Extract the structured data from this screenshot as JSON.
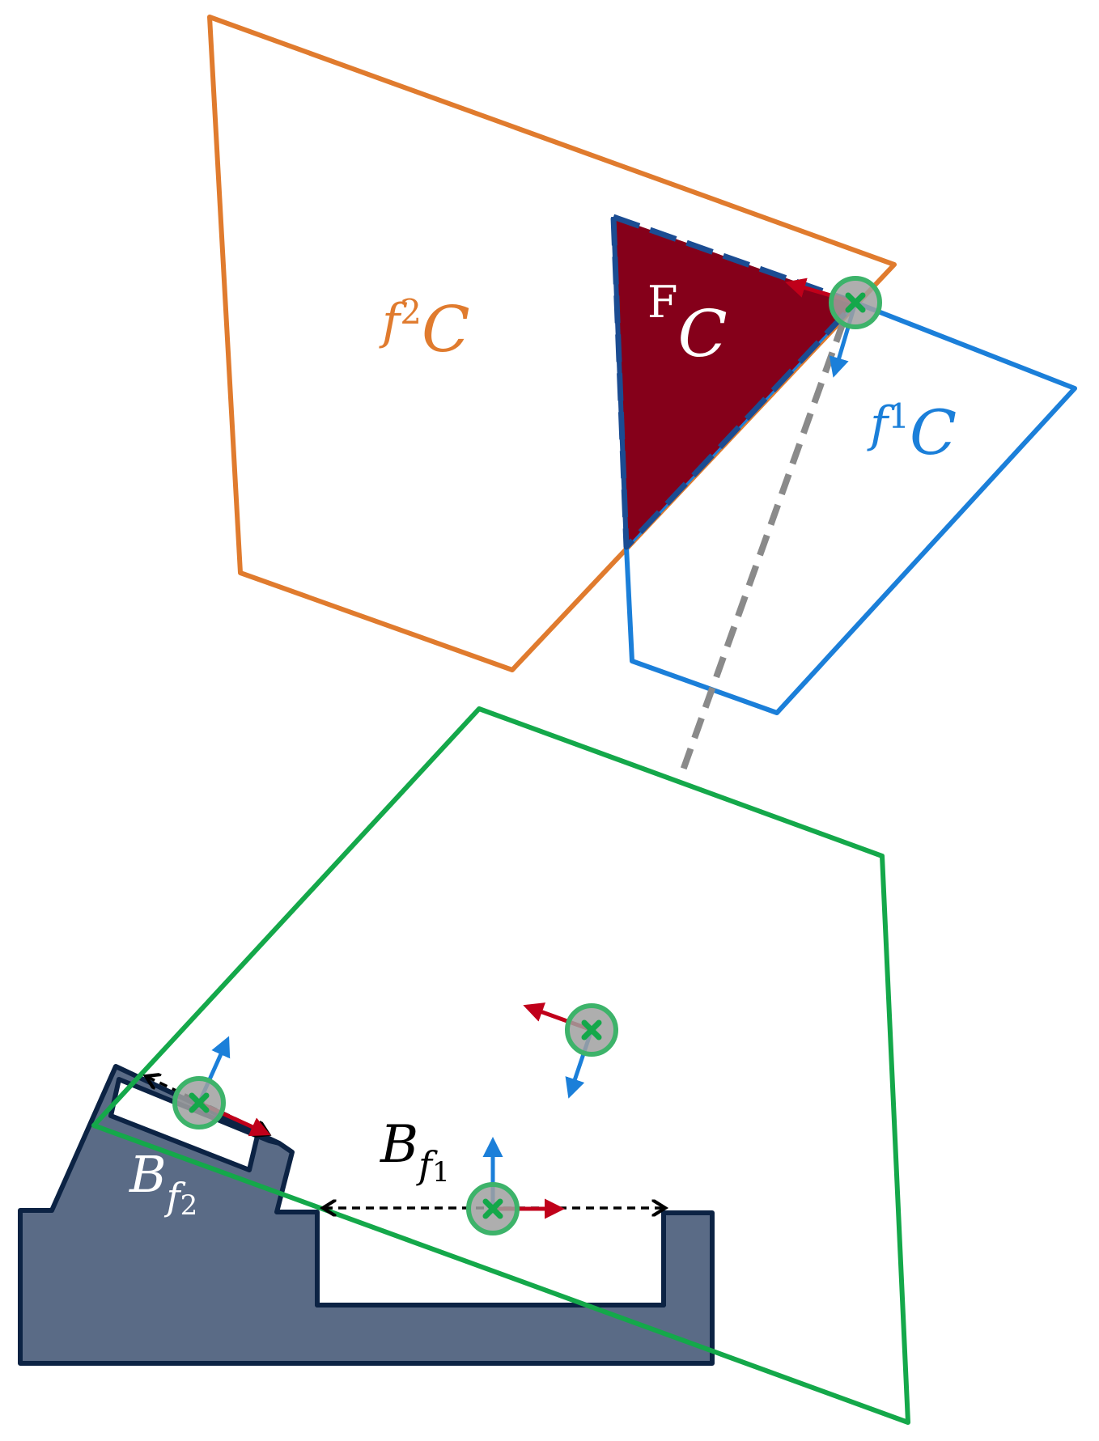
{
  "colors": {
    "orange": "#E07B2E",
    "blue": "#1B7FD9",
    "green": "#14A84A",
    "maroon": "#85001A",
    "dark_navy": "#0C2344",
    "slate": "#5A6B86",
    "gray": "#8A8A8A",
    "red": "#C0001A",
    "point_fill": "#A0A0A0",
    "point_ring": "#3DB36A",
    "white": "#FFFFFF"
  },
  "labels": {
    "f2c": {
      "base": "f",
      "sub": "2",
      "script": "C"
    },
    "fc": {
      "base": "F",
      "script": "C"
    },
    "f1c": {
      "base": "f",
      "sub": "1",
      "script": "C"
    },
    "bf1": {
      "base": "B",
      "sub": "f",
      "subsub": "1"
    },
    "bf2": {
      "base": "B",
      "sub": "f",
      "subsub": "2"
    }
  }
}
